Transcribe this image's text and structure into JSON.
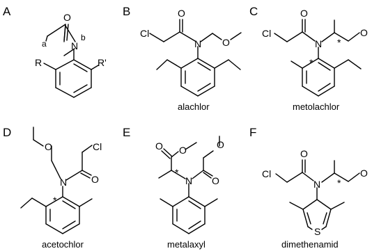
{
  "panels": [
    {
      "letter": "A",
      "name": ""
    },
    {
      "letter": "B",
      "name": "alachlor"
    },
    {
      "letter": "C",
      "name": "metolachlor"
    },
    {
      "letter": "D",
      "name": "acetochlor"
    },
    {
      "letter": "E",
      "name": "metalaxyl"
    },
    {
      "letter": "F",
      "name": "dimethenamid"
    }
  ],
  "atoms": {
    "O": "O",
    "N": "N",
    "Cl": "Cl",
    "S": "S",
    "R": "R",
    "R_prime": "R'",
    "a": "a",
    "b": "b",
    "chiral": "*",
    "chiral_axis": "*"
  }
}
